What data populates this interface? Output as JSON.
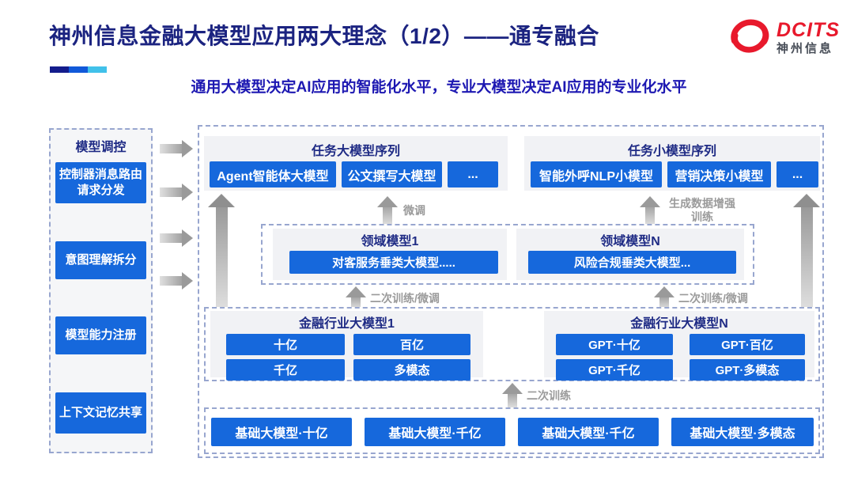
{
  "header": {
    "title": "神州信息金融大模型应用两大理念（1/2）——通专融合",
    "subtitle": "通用大模型决定AI应用的智能化水平，专业大模型决定AI应用的专业化水平",
    "logo": {
      "brand": "DCITS",
      "brand_cn": "神州信息"
    }
  },
  "colors": {
    "navy": "#1b2380",
    "subtitle_blue": "#1d18b2",
    "chip_blue": "#1668dc",
    "brand_red": "#e8192c",
    "accent_segments": [
      "#141c8c",
      "#1159d9",
      "#41c1ea"
    ]
  },
  "sidebar": {
    "title": "模型调控",
    "items": [
      {
        "label": "控制器消息路由请求分发"
      },
      {
        "label": "意图理解拆分"
      },
      {
        "label": "模型能力注册"
      },
      {
        "label": "上下文记忆共享"
      }
    ]
  },
  "diagram": {
    "task_large": {
      "title": "任务大模型序列",
      "items": [
        "Agent智能体大模型",
        "公文撰写大模型",
        "..."
      ]
    },
    "task_small": {
      "title": "任务小模型序列",
      "items": [
        "智能外呼NLP小模型",
        "营销决策小模型",
        "..."
      ]
    },
    "domain_groups": [
      {
        "title": "领域模型1",
        "item": "对客服务垂类大模型....."
      },
      {
        "title": "领域模型N",
        "item": "风险合规垂类大模型..."
      }
    ],
    "industry_groups": [
      {
        "title": "金融行业大模型1",
        "items": [
          "十亿",
          "百亿",
          "千亿",
          "多模态"
        ]
      },
      {
        "title": "金融行业大模型N",
        "items": [
          "GPT·十亿",
          "GPT·百亿",
          "GPT·千亿",
          "GPT·多模态"
        ]
      }
    ],
    "base_models": [
      "基础大模型·十亿",
      "基础大模型·千亿",
      "基础大模型·千亿",
      "基础大模型·多模态"
    ],
    "labels": {
      "fine_tune": "微调",
      "gen_augment_line1": "生成数据增强",
      "gen_augment_line2": "训练",
      "retrain_ft": "二次训练/微调",
      "retrain": "二次训练"
    }
  }
}
